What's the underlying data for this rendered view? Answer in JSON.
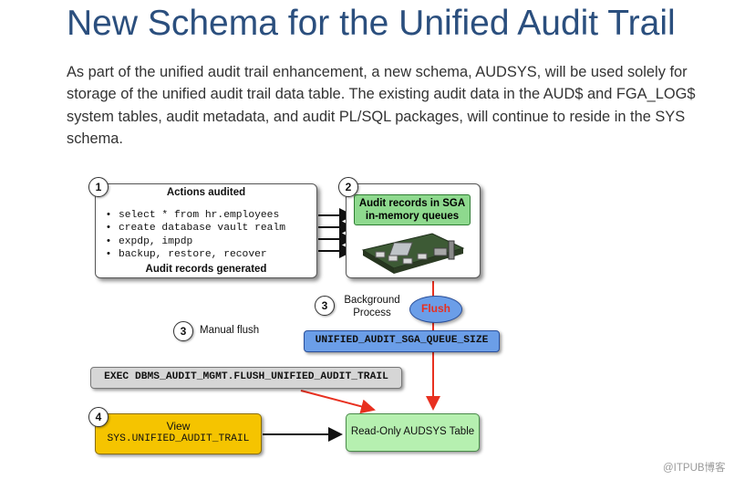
{
  "title": "New Schema for the Unified Audit Trail",
  "paragraph": "As part of the unified audit trail enhancement, a new schema, AUDSYS, will be used solely for storage of the unified audit trail data table. The existing audit data in the AUD$ and FGA_LOG$ system tables, audit metadata, and audit PL/SQL packages, will continue to reside in the SYS schema.",
  "diagram": {
    "step1": {
      "number": "1",
      "heading": "Actions audited",
      "items": [
        "select * from hr.employees",
        "create database vault realm",
        "expdp, impdp",
        "backup, restore, recover"
      ],
      "footer": "Audit records generated"
    },
    "step2": {
      "number": "2",
      "label_line1": "Audit records in SGA",
      "label_line2": "in-memory queues",
      "image": "memory-card-image"
    },
    "step3_background": {
      "number": "3",
      "label_line1": "Background",
      "label_line2": "Process",
      "flush_label": "Flush"
    },
    "step3_manual": {
      "number": "3",
      "label": "Manual flush"
    },
    "queue_param": "UNIFIED_AUDIT_SGA_QUEUE_SIZE",
    "exec_command": "EXEC DBMS_AUDIT_MGMT.FLUSH_UNIFIED_AUDIT_TRAIL",
    "step4": {
      "number": "4",
      "label_line1": "View",
      "label_line2": "SYS.UNIFIED_AUDIT_TRAIL"
    },
    "table_label": "Read-Only AUDSYS Table",
    "colors": {
      "green": "#8ed98e",
      "light_green": "#b6f0b0",
      "blue": "#6b9ee8",
      "yellow": "#f5c400",
      "gray": "#d6d6d6",
      "red": "#e83020",
      "title_blue": "#2b4f7e"
    }
  },
  "watermark": "@ITPUB博客"
}
